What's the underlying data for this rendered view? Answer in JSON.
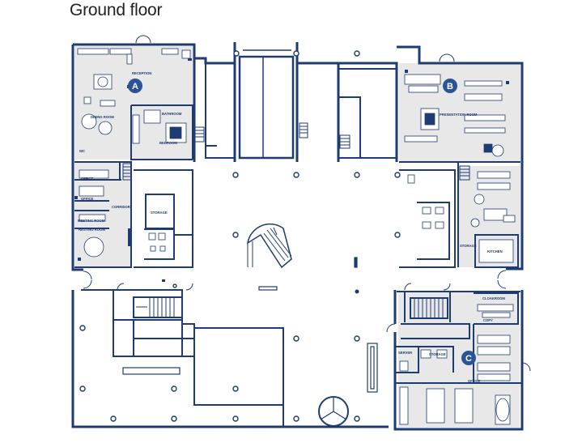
{
  "title": "Ground floor",
  "colors": {
    "wall": "#1f3b73",
    "zone_fill": "#e8e8e8",
    "badge": "#2b5397",
    "background": "#ffffff"
  },
  "zones": [
    {
      "id": "A",
      "badge": "A"
    },
    {
      "id": "B",
      "badge": "B"
    },
    {
      "id": "C",
      "badge": "C"
    }
  ],
  "rooms": {
    "reception": "RECEPTION",
    "bathroom": "BATHROOM",
    "dining_room": "DINING ROOM",
    "bedroom": "BEDROOM",
    "wc": "WC",
    "office_1": "OFFICE",
    "office_2": "OFFICE",
    "corridor": "CORRIDOR",
    "meeting_room": "MEETING ROOM",
    "resting_room": "RESTING ROOM",
    "storage_a": "STORAGE",
    "presentation_room": "PRESENTATION ROOM",
    "storage_b": "STORAGE",
    "kitchen": "KITCHEN",
    "cloakroom": "CLOAKROOM",
    "copy": "COPY",
    "server": "SERVER",
    "storage_c": "STORAGE",
    "office_c": "OFFICE"
  }
}
